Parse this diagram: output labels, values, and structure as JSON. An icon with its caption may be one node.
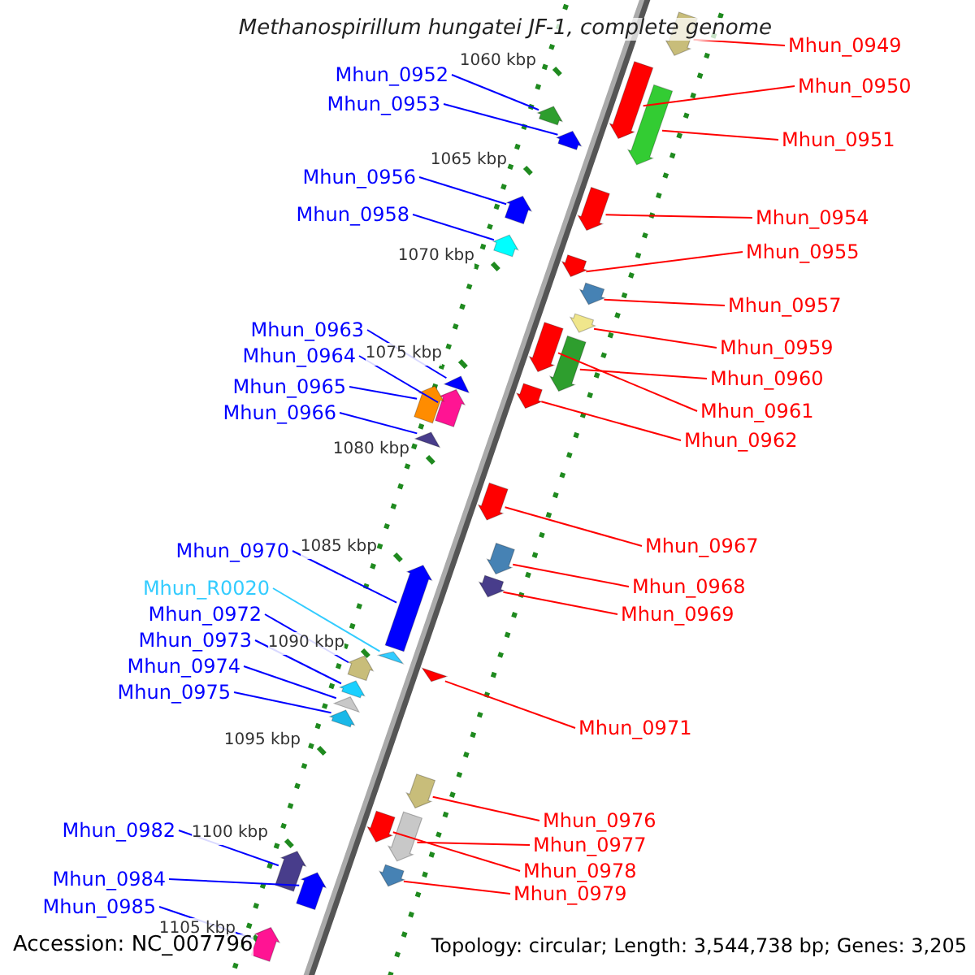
{
  "diagram": {
    "title": "Methanospirillum hungatei JF-1, complete genome",
    "nodes": [
      {
        "text": [
          "Mhun_0949"
        ]
      },
      {
        "text": [],
        "shape": "arrow"
      },
      {
        "text": [
          "Mhun_0952"
        ]
      },
      {
        "text": [],
        "shape": "arrow"
      },
      {
        "text": [
          "Mhun_0950"
        ]
      },
      {
        "text": [],
        "shape": "arrow"
      },
      {
        "text": [
          "Mhun_0953"
        ]
      },
      {
        "text": [],
        "shape": "arrow"
      },
      {
        "text": [
          "Mhun_0951"
        ]
      },
      {
        "text": [],
        "shape": "arrow"
      },
      {
        "text": [
          "Mhun_0956"
        ]
      },
      {
        "text": [],
        "shape": "arrow"
      },
      {
        "text": [
          "Mhun_0954"
        ]
      },
      {
        "text": [],
        "shape": "arrow"
      },
      {
        "text": [
          "Mhun_0958"
        ]
      },
      {
        "text": [],
        "shape": "arrow"
      },
      {
        "text": [
          "Mhun_0955"
        ]
      },
      {
        "text": [],
        "shape": "arrow"
      },
      {
        "text": [
          "Mhun_0957"
        ]
      },
      {
        "text": [],
        "shape": "arrow"
      },
      {
        "text": [
          "Mhun_0963"
        ]
      },
      {
        "text": [],
        "shape": "arrow"
      },
      {
        "text": [
          "Mhun_0959"
        ]
      },
      {
        "text": [],
        "shape": "arrow"
      },
      {
        "text": [
          "Mhun_0964"
        ]
      },
      {
        "text": [],
        "shape": "arrow"
      },
      {
        "text": [
          "Mhun_0960"
        ]
      },
      {
        "text": [],
        "shape": "arrow"
      },
      {
        "text": [
          "Mhun_0965"
        ]
      },
      {
        "text": [],
        "shape": "arrow"
      },
      {
        "text": [
          "Mhun_0961"
        ]
      },
      {
        "text": [],
        "shape": "arrow"
      },
      {
        "text": [
          "Mhun_0966"
        ]
      },
      {
        "text": [],
        "shape": "arrow"
      },
      {
        "text": [
          "Mhun_0962"
        ]
      },
      {
        "text": [],
        "shape": "arrow"
      },
      {
        "text": [
          "Mhun_0967"
        ]
      },
      {
        "text": [],
        "shape": "arrow"
      },
      {
        "text": [
          "Mhun_0970"
        ]
      },
      {
        "text": [],
        "shape": "arrow"
      },
      {
        "text": [
          "Mhun_0968"
        ]
      },
      {
        "text": [],
        "shape": "arrow"
      },
      {
        "text": [
          "Mhun_R0020"
        ]
      },
      {
        "text": [],
        "shape": "arrow"
      },
      {
        "text": [
          "Mhun_0969"
        ]
      },
      {
        "text": [],
        "shape": "arrow"
      },
      {
        "text": [
          "Mhun_0972"
        ]
      },
      {
        "text": [],
        "shape": "arrow"
      },
      {
        "text": [
          "Mhun_0973"
        ]
      },
      {
        "text": [],
        "shape": "arrow"
      },
      {
        "text": [
          "Mhun_0974"
        ]
      },
      {
        "text": [],
        "shape": "arrow"
      },
      {
        "text": [
          "Mhun_0975"
        ]
      },
      {
        "text": [],
        "shape": "arrow"
      },
      {
        "text": [
          "Mhun_0971"
        ]
      },
      {
        "text": [],
        "shape": "arrow"
      },
      {
        "text": [
          "Mhun_0976"
        ]
      },
      {
        "text": [],
        "shape": "arrow"
      },
      {
        "text": [
          "Mhun_0982"
        ]
      },
      {
        "text": [],
        "shape": "arrow"
      },
      {
        "text": [
          "Mhun_0977"
        ]
      },
      {
        "text": [],
        "shape": "arrow"
      },
      {
        "text": [
          "Mhun_0978"
        ]
      },
      {
        "text": [],
        "shape": "arrow"
      },
      {
        "text": [
          "Mhun_0984"
        ]
      },
      {
        "text": [],
        "shape": "arrow"
      },
      {
        "text": [
          "Mhun_0979"
        ]
      },
      {
        "text": [],
        "shape": "arrow"
      },
      {
        "text": [
          "Mhun_0985"
        ]
      },
      {
        "text": [],
        "shape": "arrow"
      }
    ],
    "edges": [
      {
        "from": 0,
        "to": 1,
        "arrow": "none",
        "color": "#ff0000"
      },
      {
        "from": 2,
        "to": 3,
        "arrow": "none",
        "color": "#0000ff"
      },
      {
        "from": 4,
        "to": 5,
        "arrow": "none",
        "color": "#ff0000"
      },
      {
        "from": 6,
        "to": 7,
        "arrow": "none",
        "color": "#0000ff"
      },
      {
        "from": 8,
        "to": 9,
        "arrow": "none",
        "color": "#ff0000"
      },
      {
        "from": 10,
        "to": 11,
        "arrow": "none",
        "color": "#0000ff"
      },
      {
        "from": 12,
        "to": 13,
        "arrow": "none",
        "color": "#ff0000"
      },
      {
        "from": 14,
        "to": 15,
        "arrow": "none",
        "color": "#0000ff"
      },
      {
        "from": 16,
        "to": 17,
        "arrow": "none",
        "color": "#ff0000"
      },
      {
        "from": 18,
        "to": 19,
        "arrow": "none",
        "color": "#ff0000"
      },
      {
        "from": 20,
        "to": 21,
        "arrow": "none",
        "color": "#0000ff"
      },
      {
        "from": 22,
        "to": 23,
        "arrow": "none",
        "color": "#ff0000"
      },
      {
        "from": 24,
        "to": 25,
        "arrow": "none",
        "color": "#0000ff"
      },
      {
        "from": 26,
        "to": 27,
        "arrow": "none",
        "color": "#ff0000"
      },
      {
        "from": 28,
        "to": 29,
        "arrow": "none",
        "color": "#0000ff"
      },
      {
        "from": 30,
        "to": 31,
        "arrow": "none",
        "color": "#ff0000"
      },
      {
        "from": 32,
        "to": 33,
        "arrow": "none",
        "color": "#0000ff"
      },
      {
        "from": 34,
        "to": 35,
        "arrow": "none",
        "color": "#ff0000"
      },
      {
        "from": 36,
        "to": 37,
        "arrow": "none",
        "color": "#ff0000"
      },
      {
        "from": 38,
        "to": 39,
        "arrow": "none",
        "color": "#0000ff"
      },
      {
        "from": 40,
        "to": 41,
        "arrow": "none",
        "color": "#ff0000"
      },
      {
        "from": 42,
        "to": 43,
        "arrow": "none",
        "color": "#33ccff"
      },
      {
        "from": 44,
        "to": 45,
        "arrow": "none",
        "color": "#ff0000"
      },
      {
        "from": 46,
        "to": 47,
        "arrow": "none",
        "color": "#0000ff"
      },
      {
        "from": 48,
        "to": 49,
        "arrow": "none",
        "color": "#0000ff"
      },
      {
        "from": 50,
        "to": 51,
        "arrow": "none",
        "color": "#0000ff"
      },
      {
        "from": 52,
        "to": 53,
        "arrow": "none",
        "color": "#0000ff"
      },
      {
        "from": 54,
        "to": 55,
        "arrow": "none",
        "color": "#ff0000"
      },
      {
        "from": 56,
        "to": 57,
        "arrow": "none",
        "color": "#ff0000"
      },
      {
        "from": 58,
        "to": 59,
        "arrow": "none",
        "color": "#0000ff"
      },
      {
        "from": 60,
        "to": 61,
        "arrow": "none",
        "color": "#ff0000"
      },
      {
        "from": 62,
        "to": 63,
        "arrow": "none",
        "color": "#ff0000"
      },
      {
        "from": 64,
        "to": 65,
        "arrow": "none",
        "color": "#0000ff"
      },
      {
        "from": 66,
        "to": 67,
        "arrow": "none",
        "color": "#ff0000"
      },
      {
        "from": 68,
        "to": 69,
        "arrow": "none",
        "color": "#0000ff"
      }
    ],
    "labels": [
      "1060 kbp",
      "1065 kbp",
      "1070 kbp",
      "1075 kbp",
      "1080 kbp",
      "1085 kbp",
      "1090 kbp",
      "1095 kbp",
      "1100 kbp",
      "1105 kbp",
      "Accession: NC_007796",
      "Topology: circular; Length: 3,544,738 bp; Genes: 3,205"
    ]
  }
}
